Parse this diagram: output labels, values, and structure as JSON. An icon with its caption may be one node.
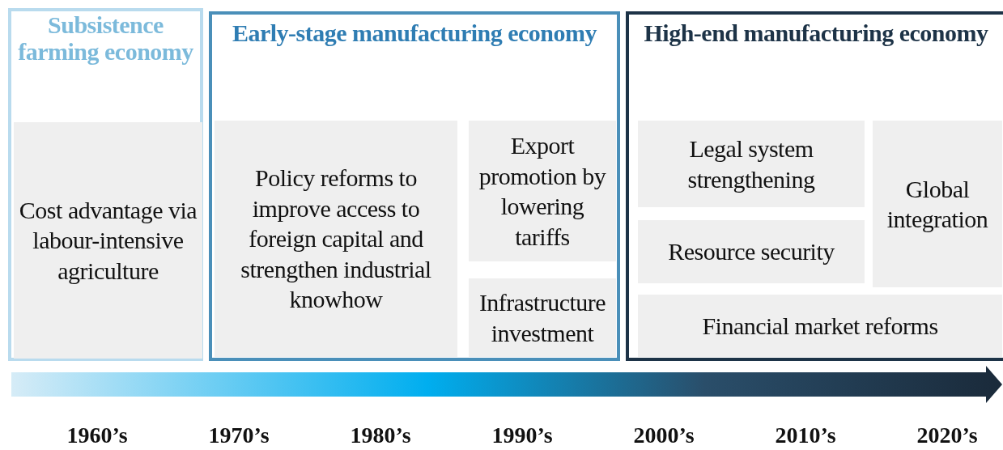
{
  "diagram": {
    "nodes": [
      {
        "text": [
          "Subsistence farming economy"
        ]
      },
      {
        "text": [
          "Cost advantage via labour-intensive agriculture"
        ],
        "in": 0
      },
      {
        "text": [
          "Early-stage manufacturing economy"
        ]
      },
      {
        "text": [
          "Policy reforms to improve access to foreign capital and strengthen industrial knowhow"
        ],
        "in": 2
      },
      {
        "text": [
          "Export promotion by lowering tariffs"
        ],
        "in": 2
      },
      {
        "text": [
          "Infrastructure investment"
        ],
        "in": 2
      },
      {
        "text": [
          "High-end manufacturing economy"
        ]
      },
      {
        "text": [
          "Legal system strengthening"
        ],
        "in": 6
      },
      {
        "text": [
          "Resource security"
        ],
        "in": 6
      },
      {
        "text": [
          "Global integration"
        ],
        "in": 6
      },
      {
        "text": [
          "Financial market reforms"
        ],
        "in": 6
      }
    ],
    "edges": [],
    "labels": [
      "1960’s",
      "1970’s",
      "1980’s",
      "1990’s",
      "2000’s",
      "2010’s",
      "2020’s"
    ]
  }
}
